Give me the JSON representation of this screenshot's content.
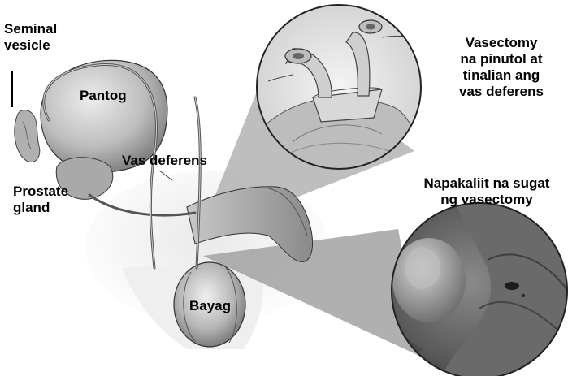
{
  "labels": {
    "seminal_vesicle": [
      "Seminal",
      "vesicle"
    ],
    "pantog": "Pantog",
    "vas_deferens": "Vas deferens",
    "prostate_gland": [
      "Prostate",
      "gland"
    ],
    "bayag": "Bayag",
    "vasectomy_callout": [
      "Vasectomy",
      "na pinutol at",
      "tinalian ang",
      "vas deferens"
    ],
    "incision_callout": [
      "Napakaliit na sugat",
      "ng vasectomy"
    ]
  },
  "colors": {
    "organ_fill": "#d6d6d6",
    "organ_dark": "#8c8c8c",
    "callout_beam": "#9a9a9a",
    "outline": "#222222"
  }
}
